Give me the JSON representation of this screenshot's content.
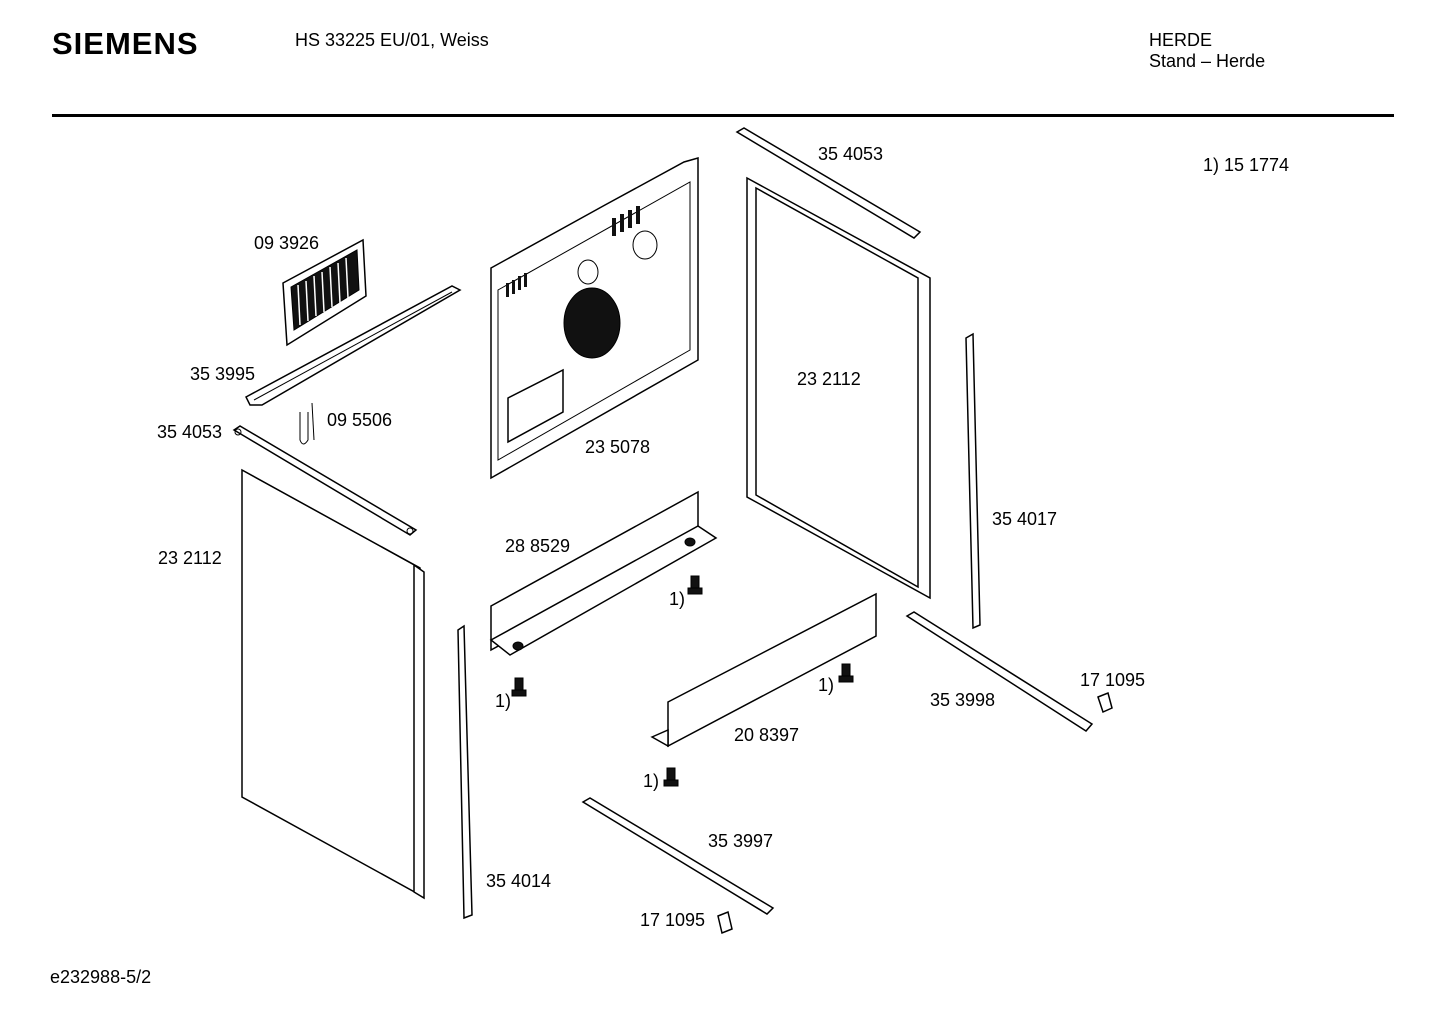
{
  "header": {
    "brand": "SIEMENS",
    "model": "HS 33225 EU/01, Weiss",
    "category_line1": "HERDE",
    "category_line2": "Stand – Herde"
  },
  "footer": {
    "doc_id": "e232988-5/2"
  },
  "note": "1)  15 1774",
  "labels": {
    "p093926": "09 3926",
    "p353995": "35 3995",
    "p095506": "09 5506",
    "p354053_left": "35 4053",
    "p232112_left": "23 2112",
    "p235078": "23 5078",
    "p354053_top": "35 4053",
    "p232112_right": "23 2112",
    "p354017": "35 4017",
    "p288529": "28 8529",
    "p208397": "20 8397",
    "p353998": "35 3998",
    "p171095_right": "17 1095",
    "p353997": "35 3997",
    "p171095_bottom": "17 1095",
    "p354014": "35 4014",
    "ref1_a": "1)",
    "ref1_b": "1)",
    "ref1_c": "1)",
    "ref1_d": "1)"
  }
}
